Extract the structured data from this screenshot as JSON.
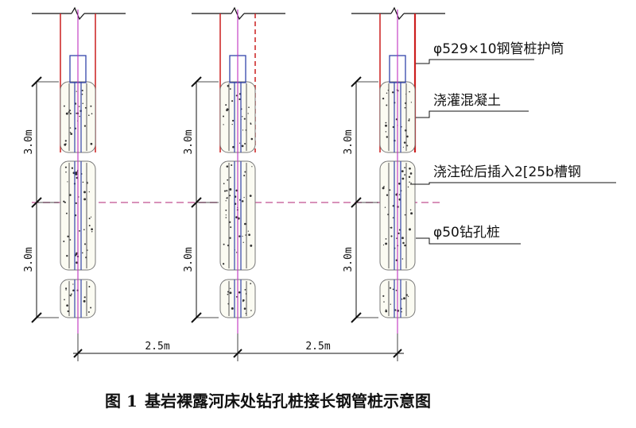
{
  "callouts": [
    "φ529×10钢管桩护筒",
    "浇灌混凝土",
    "浇注砼后插入2[25b槽钢",
    "φ50钻孔桩"
  ],
  "dimensions": {
    "vertical": [
      "3.0m",
      "3.0m"
    ],
    "horizontal": [
      "2.5m",
      "2.5m"
    ]
  },
  "caption": {
    "number": "图 1",
    "title": "基岩裸露河床处钻孔桩接长钢管桩示意图"
  },
  "colors": {
    "casing_red": "#cc1f1f",
    "center_magenta": "#c030c0",
    "steel_blue": "#3344aa",
    "pile_fill": "#fbfbf2"
  }
}
